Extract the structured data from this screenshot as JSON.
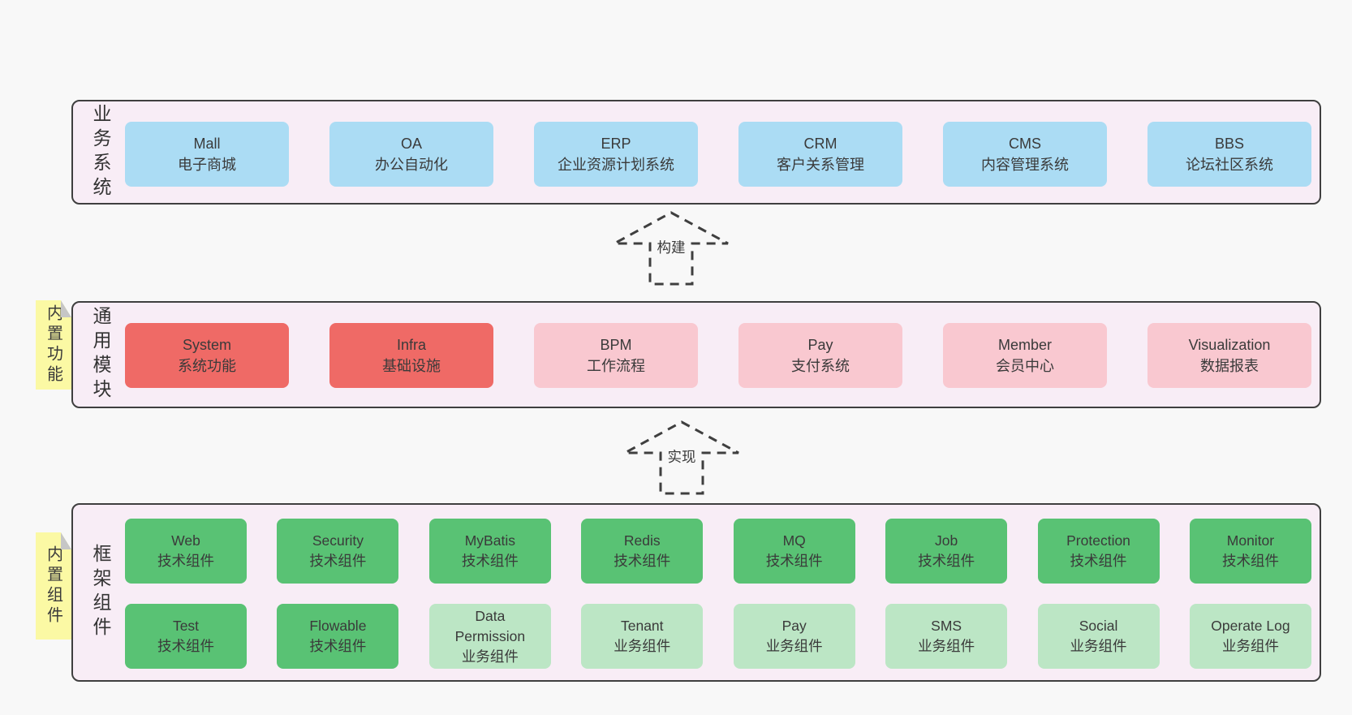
{
  "colors": {
    "page_bg": "#f8f8f8",
    "layer_bg": "#f8edf6",
    "layer_border": "#3f3f3f",
    "box_blue": "#abdcf4",
    "box_red": "#ef6a66",
    "box_pink": "#f9c8d0",
    "box_tech_green": "#59c274",
    "box_biz_green": "#bce6c5",
    "sticky_yellow": "#fbf9a4",
    "sticky_fold_gray": "#c6c6c6",
    "text": "#3a3a3a"
  },
  "arrows": [
    {
      "label": "构建"
    },
    {
      "label": "实现"
    }
  ],
  "layers": {
    "business": {
      "title": "业务系统",
      "boxes": [
        {
          "name": "Mall",
          "sub": "电子商城",
          "variant": "blue"
        },
        {
          "name": "OA",
          "sub": "办公自动化",
          "variant": "blue"
        },
        {
          "name": "ERP",
          "sub": "企业资源计划系统",
          "variant": "blue"
        },
        {
          "name": "CRM",
          "sub": "客户关系管理",
          "variant": "blue"
        },
        {
          "name": "CMS",
          "sub": "内容管理系统",
          "variant": "blue"
        },
        {
          "name": "BBS",
          "sub": "论坛社区系统",
          "variant": "blue"
        }
      ]
    },
    "modules": {
      "title": "通用模块",
      "sticky": "内置功能",
      "boxes": [
        {
          "name": "System",
          "sub": "系统功能",
          "variant": "red"
        },
        {
          "name": "Infra",
          "sub": "基础设施",
          "variant": "red"
        },
        {
          "name": "BPM",
          "sub": "工作流程",
          "variant": "pink"
        },
        {
          "name": "Pay",
          "sub": "支付系统",
          "variant": "pink"
        },
        {
          "name": "Member",
          "sub": "会员中心",
          "variant": "pink"
        },
        {
          "name": "Visualization",
          "sub": "数据报表",
          "variant": "pink"
        }
      ]
    },
    "components": {
      "title": "框架组件",
      "sticky": "内置组件",
      "row1": [
        {
          "name": "Web",
          "sub": "技术组件",
          "variant": "tech"
        },
        {
          "name": "Security",
          "sub": "技术组件",
          "variant": "tech"
        },
        {
          "name": "MyBatis",
          "sub": "技术组件",
          "variant": "tech"
        },
        {
          "name": "Redis",
          "sub": "技术组件",
          "variant": "tech"
        },
        {
          "name": "MQ",
          "sub": "技术组件",
          "variant": "tech"
        },
        {
          "name": "Job",
          "sub": "技术组件",
          "variant": "tech"
        },
        {
          "name": "Protection",
          "sub": "技术组件",
          "variant": "tech"
        },
        {
          "name": "Monitor",
          "sub": "技术组件",
          "variant": "tech"
        }
      ],
      "row2": [
        {
          "name": "Test",
          "sub": "技术组件",
          "variant": "tech"
        },
        {
          "name": "Flowable",
          "sub": "技术组件",
          "variant": "tech"
        },
        {
          "name": "Data Permission",
          "sub": "业务组件",
          "variant": "biz"
        },
        {
          "name": "Tenant",
          "sub": "业务组件",
          "variant": "biz"
        },
        {
          "name": "Pay",
          "sub": "业务组件",
          "variant": "biz"
        },
        {
          "name": "SMS",
          "sub": "业务组件",
          "variant": "biz"
        },
        {
          "name": "Social",
          "sub": "业务组件",
          "variant": "biz"
        },
        {
          "name": "Operate Log",
          "sub": "业务组件",
          "variant": "biz"
        }
      ]
    }
  }
}
